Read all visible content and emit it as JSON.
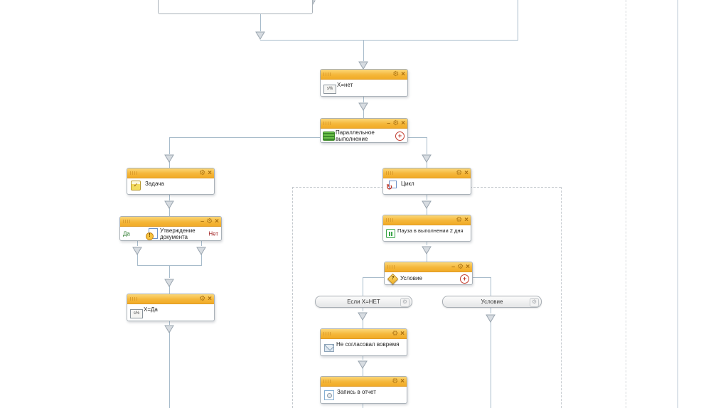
{
  "icons": {
    "gear": "⚙",
    "close": "×",
    "minimize": "–",
    "plus": "+",
    "question": "?",
    "exclamation": "!",
    "loop_arrow": "↻",
    "check": "✓",
    "formula": "s%"
  },
  "colors": {
    "header_orange": "#F5B73A",
    "connector": "#A8BCCB",
    "yes_green": "#2C7A2C",
    "no_red": "#9E1B1B",
    "plus_red": "#C0392B",
    "loop_region_dash": "#C4C9CE"
  },
  "nodes": [
    {
      "id": "x-net",
      "label": "Х=нет",
      "icon": "formula-icon"
    },
    {
      "id": "parallel",
      "label": "Параллельное выполнение",
      "icon": "parallel-icon"
    },
    {
      "id": "task",
      "label": "Задача",
      "icon": "task-icon"
    },
    {
      "id": "approve-doc",
      "label": "Утверждение документа",
      "icon": "document-approval-icon",
      "branch_yes": "Да",
      "branch_no": "Нет"
    },
    {
      "id": "x-yes",
      "label": "Х=Да",
      "icon": "formula-icon"
    },
    {
      "id": "loop",
      "label": "Цикл",
      "icon": "loop-icon"
    },
    {
      "id": "pause",
      "label": "Пауза в выполнении 2 дня",
      "icon": "pause-icon"
    },
    {
      "id": "condition",
      "label": "Условие",
      "icon": "condition-icon"
    },
    {
      "id": "not-approved",
      "label": "Не согласовал вовремя",
      "icon": "mail-icon"
    },
    {
      "id": "report",
      "label": "Запись в отчет",
      "icon": "report-icon"
    }
  ],
  "pills": [
    {
      "label": "Если Х=НЕТ"
    },
    {
      "label": "Условие"
    }
  ]
}
